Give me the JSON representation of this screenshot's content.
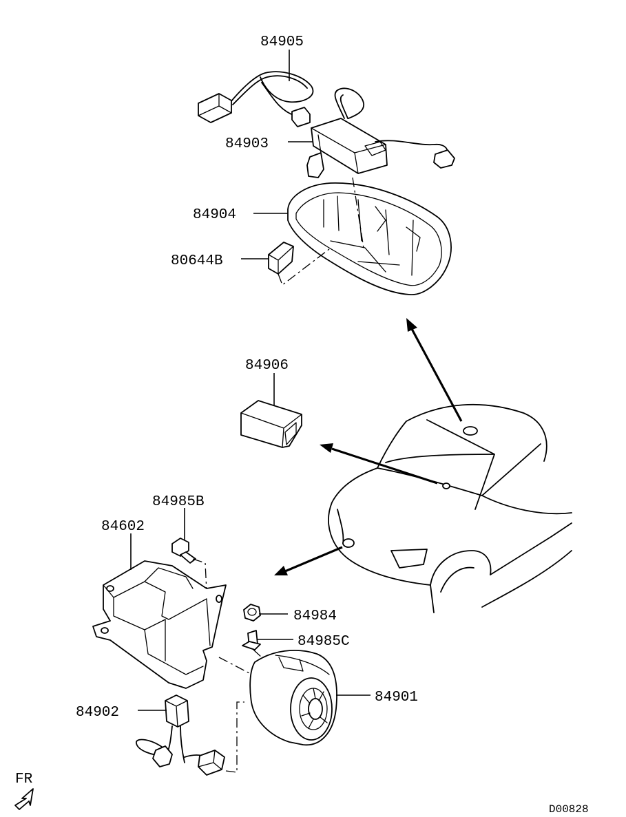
{
  "parts": {
    "p84905": "84905",
    "p84903": "84903",
    "p84904": "84904",
    "p80644B": "80644B",
    "p84906": "84906",
    "p84985B": "84985B",
    "p84602": "84602",
    "p84984": "84984",
    "p84985C": "84985C",
    "p84901": "84901",
    "p84902": "84902"
  },
  "direction_label": "FR",
  "diagram_code": "D00828"
}
